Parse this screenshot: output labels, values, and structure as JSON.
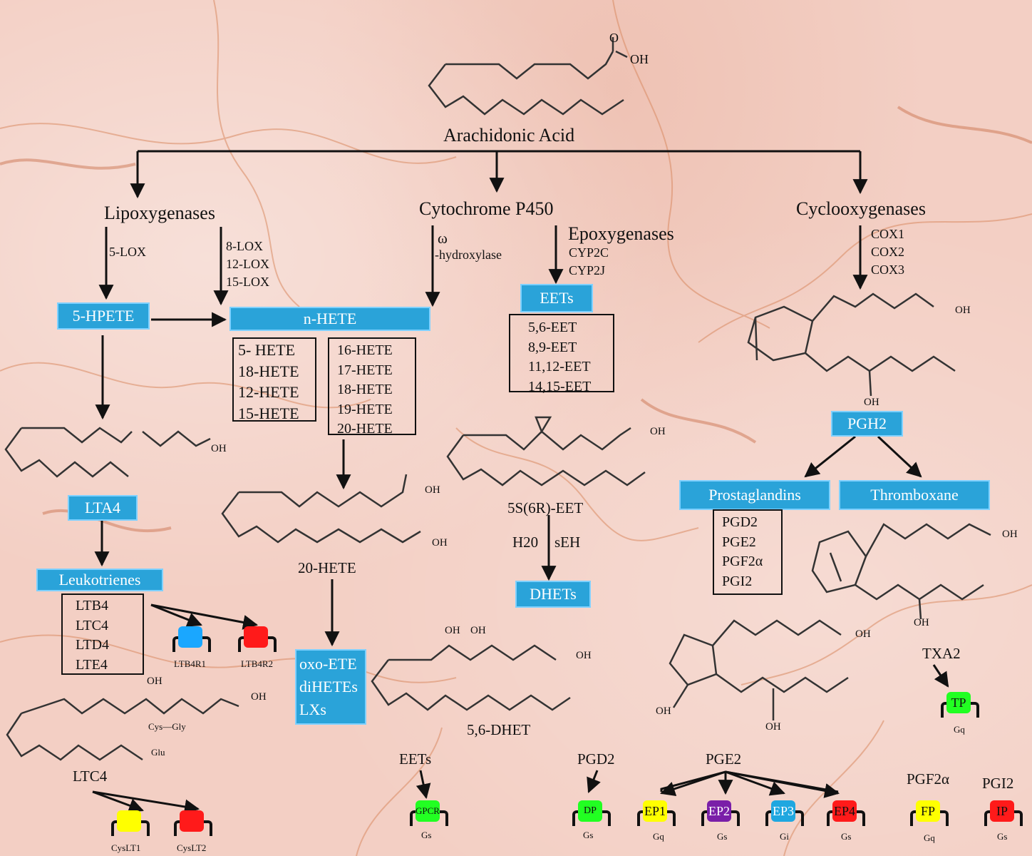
{
  "colors": {
    "box_blue": "#2aa3d9",
    "receptor_blue": "#1aa7ff",
    "receptor_red": "#ff1a1a",
    "receptor_yellow": "#ffff00",
    "receptor_green": "#22ff22",
    "receptor_purple": "#7a1fa8",
    "receptor_cyan": "#1fa7e0"
  },
  "top": {
    "title": "Arachidonic Acid",
    "oh": "OH",
    "o": "O"
  },
  "branches": {
    "lipoxygenases": "Lipoxygenases",
    "cyp450": "Cytochrome P450",
    "cyclooxygenases": "Cyclooxygenases"
  },
  "enzymes": {
    "lox5": "5-LOX",
    "lox_others": [
      "8-LOX",
      "12-LOX",
      "15-LOX"
    ],
    "omega": "ω",
    "hydroxylase": "-hydroxylase",
    "epoxygenases": "Epoxygenases",
    "cyp": [
      "CYP2C",
      "CYP2J"
    ],
    "cox": [
      "COX1",
      "COX2",
      "COX3"
    ],
    "h2o": "H20",
    "seh": "sEH"
  },
  "boxes": {
    "hpete": "5-HPETE",
    "nhete": "n-HETE",
    "eets": "EETs",
    "pgh2": "PGH2",
    "lta4": "LTA4",
    "leukotrienes": "Leukotrienes",
    "prostaglandins": "Prostaglandins",
    "thromboxane": "Thromboxane",
    "dhets": "DHETs",
    "oxo": [
      "oxo-ETE",
      "diHETEs",
      "LXs"
    ]
  },
  "lists": {
    "hete_left": [
      "5- HETE",
      "18-HETE",
      "12-HETE",
      "15-HETE"
    ],
    "hete_right": [
      "16-HETE",
      "17-HETE",
      "18-HETE",
      "19-HETE",
      "20-HETE"
    ],
    "eet_list": [
      "5,6-EET",
      "8,9-EET",
      "11,12-EET",
      "14,15-EET"
    ],
    "lt_list": [
      "LTB4",
      "LTC4",
      "LTD4",
      "LTE4"
    ],
    "pg_list": [
      "PGD2",
      "PGE2",
      "PGF2α",
      "PGI2"
    ]
  },
  "labels": {
    "hete20": "20-HETE",
    "eet5s": "5S(6R)-EET",
    "dhet56": "5,6-DHET",
    "txa2": "TXA2",
    "ltc4": "LTC4",
    "eets_lig": "EETs",
    "pgd2_lig": "PGD2",
    "pge2_lig": "PGE2",
    "pgf2_lig": "PGF2α",
    "pgi2_lig": "PGI2"
  },
  "chem": {
    "oh": "OH",
    "o": "O",
    "cys_gly": "Cys—Gly",
    "glu": "Glu"
  },
  "receptors": {
    "ltb4r1": {
      "name": "LTB4R1",
      "text": "",
      "sub": ""
    },
    "ltb4r2": {
      "name": "LTB4R2",
      "text": "",
      "sub": ""
    },
    "cyslt1": {
      "name": "CysLT1",
      "text": "",
      "sub": ""
    },
    "cyslt2": {
      "name": "CysLT2",
      "text": "",
      "sub": ""
    },
    "gpcr": {
      "name": "",
      "text": "GPCR",
      "sub": "Gs"
    },
    "dp": {
      "name": "",
      "text": "DP",
      "sub": "Gs"
    },
    "ep1": {
      "name": "",
      "text": "EP1",
      "sub": "Gq"
    },
    "ep2": {
      "name": "",
      "text": "EP2",
      "sub": "Gs"
    },
    "ep3": {
      "name": "",
      "text": "EP3",
      "sub": "Gi"
    },
    "ep4": {
      "name": "",
      "text": "EP4",
      "sub": "Gs"
    },
    "fp": {
      "name": "",
      "text": "FP",
      "sub": "Gq"
    },
    "ip": {
      "name": "",
      "text": "IP",
      "sub": "Gs"
    },
    "tp": {
      "name": "",
      "text": "TP",
      "sub": "Gq"
    }
  }
}
